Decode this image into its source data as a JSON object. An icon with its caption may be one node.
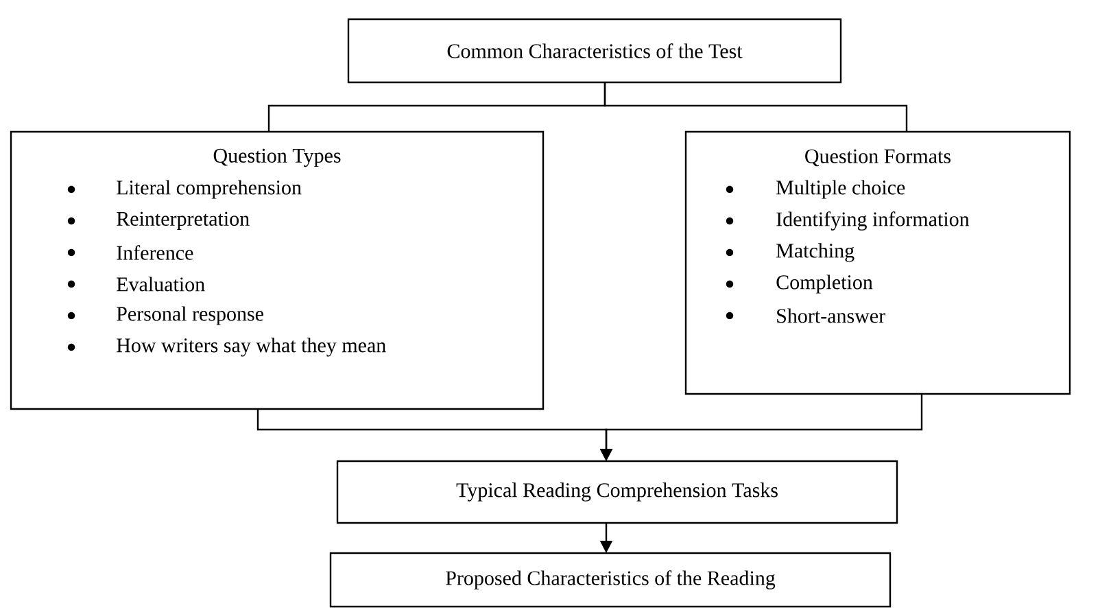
{
  "diagram": {
    "nodes": [
      {
        "text": [
          "Common Characteristics of the Test"
        ]
      },
      {
        "text": [
          "Question Types",
          "Literal comprehension",
          "Reinterpretation",
          "Inference",
          "Evaluation",
          "Personal response",
          "How writers say what they mean"
        ]
      },
      {
        "text": [
          "Question Formats",
          "Multiple choice",
          "Identifying information",
          "Matching",
          "Completion",
          "Short-answer"
        ]
      },
      {
        "text": [
          "Typical Reading Comprehension Tasks"
        ]
      },
      {
        "text": [
          "Proposed Characteristics of the Reading"
        ]
      }
    ],
    "edges": [
      {
        "from": 0,
        "to": 1,
        "arrow": "none"
      },
      {
        "from": 0,
        "to": 2,
        "arrow": "none"
      },
      {
        "from": 1,
        "to": 3,
        "arrow": "to"
      },
      {
        "from": 2,
        "to": 3,
        "arrow": "to"
      },
      {
        "from": 3,
        "to": 4,
        "arrow": "to"
      }
    ]
  }
}
